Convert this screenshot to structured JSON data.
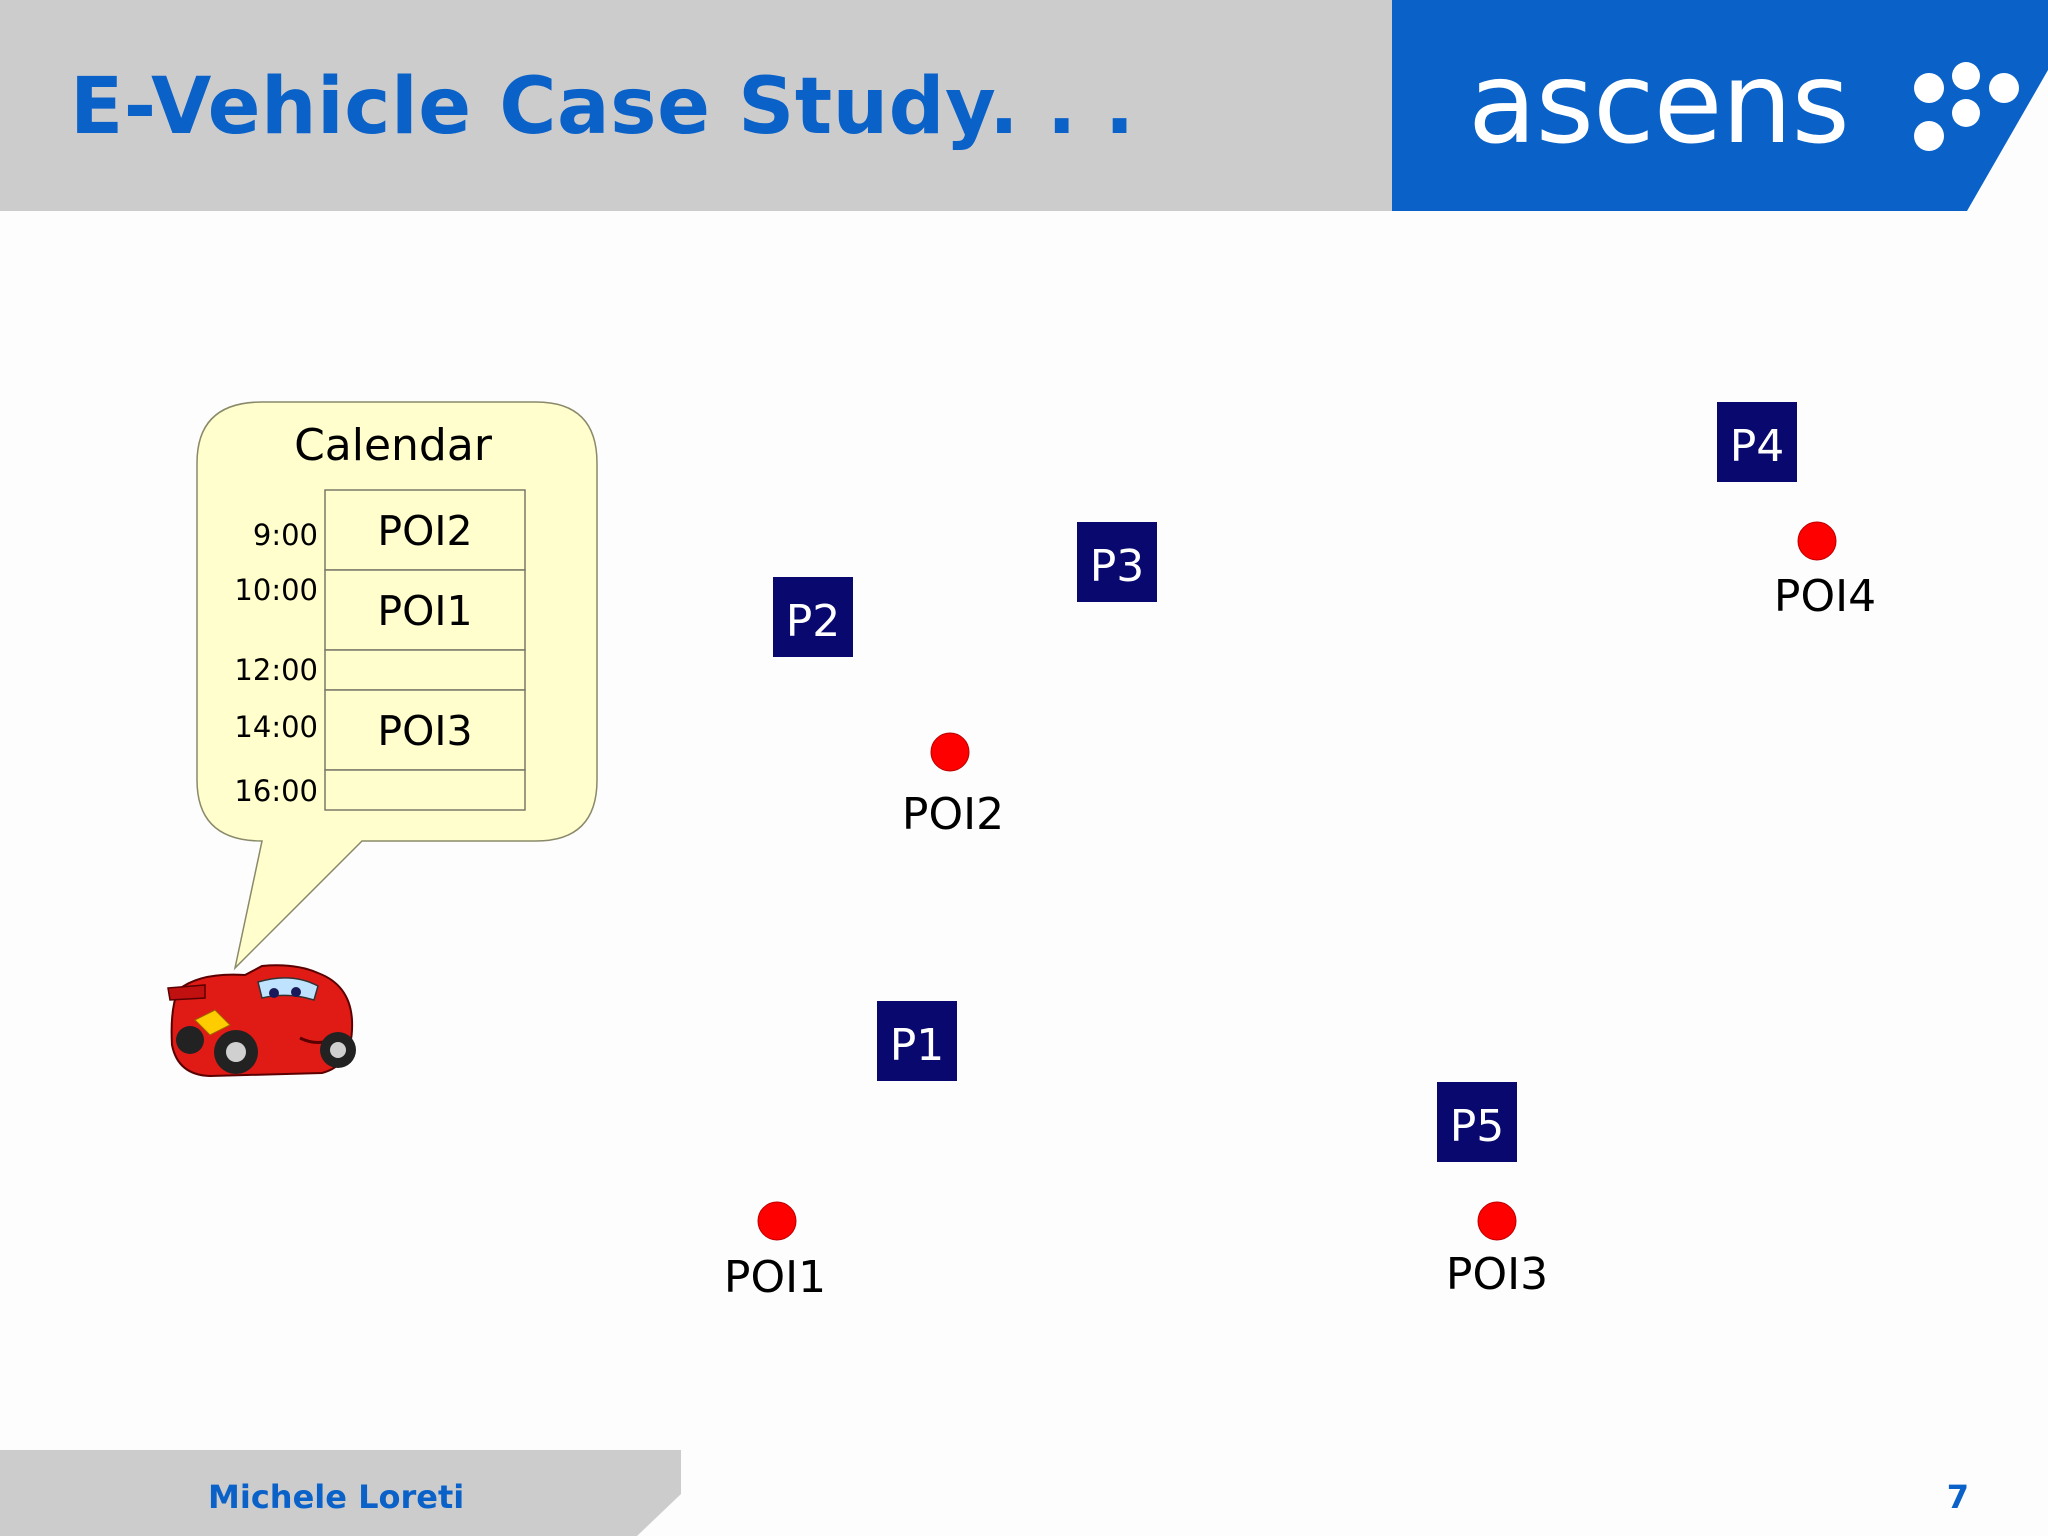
{
  "header": {
    "title": "E-Vehicle Case Study. . ."
  },
  "logo": {
    "text": "ascens"
  },
  "footer": {
    "author": "Michele Loreti",
    "page": "7"
  },
  "colors": {
    "accent_blue": "#0a62c8",
    "header_gray": "#cccccd",
    "parking_fill": "#08086e",
    "poi_red": "#ff0000",
    "calendar_fill": "#fffecc"
  },
  "calendar": {
    "title": "Calendar",
    "times": [
      "9:00",
      "10:00",
      "12:00",
      "14:00",
      "16:00"
    ],
    "slots": [
      "POI2",
      "POI1",
      "",
      "POI3",
      ""
    ]
  },
  "parkings": [
    "P1",
    "P2",
    "P3",
    "P4",
    "P5"
  ],
  "pois": [
    "POI1",
    "POI2",
    "POI3",
    "POI4"
  ],
  "vehicle": {
    "icon": "race-car-icon"
  }
}
